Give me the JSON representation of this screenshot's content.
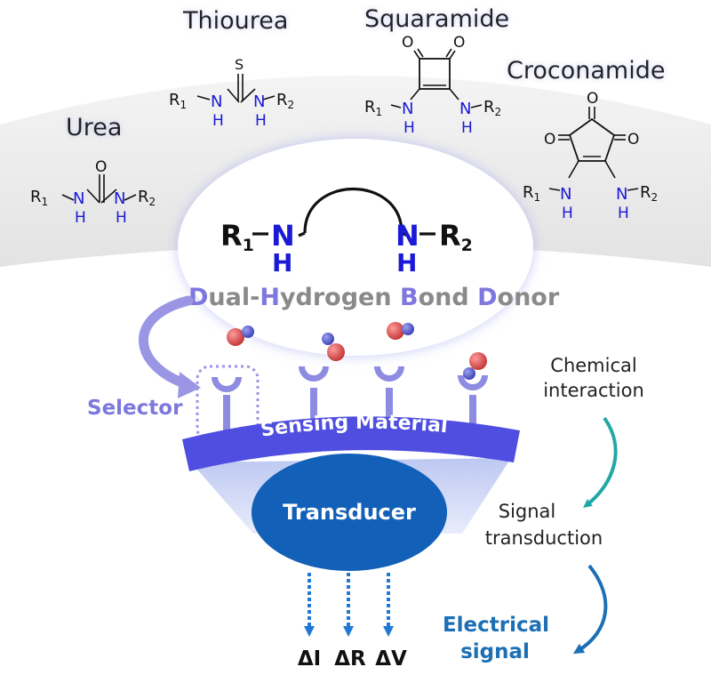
{
  "molecules": {
    "urea": {
      "name": "Urea",
      "o": "O",
      "n1": "N",
      "h1": "H",
      "n2": "N",
      "h2": "H",
      "r1": "R",
      "r1_sub": "1",
      "r2": "R",
      "r2_sub": "2"
    },
    "thiourea": {
      "name": "Thiourea",
      "s": "S",
      "n1": "N",
      "h1": "H",
      "n2": "N",
      "h2": "H",
      "r1": "R",
      "r1_sub": "1",
      "r2": "R",
      "r2_sub": "2"
    },
    "squaramide": {
      "name": "Squaramide",
      "o1": "O",
      "o2": "O",
      "n1": "N",
      "h1": "H",
      "n2": "N",
      "h2": "H",
      "r1": "R",
      "r1_sub": "1",
      "r2": "R",
      "r2_sub": "2"
    },
    "croconamide": {
      "name": "Croconamide",
      "o1": "O",
      "o2": "O",
      "o3": "O",
      "n1": "N",
      "h1": "H",
      "n2": "N",
      "h2": "H",
      "r1": "R",
      "r1_sub": "1",
      "r2": "R",
      "r2_sub": "2"
    }
  },
  "core": {
    "r1": "R",
    "r1_sub": "1",
    "n1": "N",
    "h1": "H",
    "n2": "N",
    "h2": "H",
    "r2": "R",
    "r2_sub": "2"
  },
  "dhbd": {
    "d1": "D",
    "ual": "ual-",
    "h": "H",
    "ydrogen": "ydrogen ",
    "b": "B",
    "ond": "ond ",
    "d2": "D",
    "onor": "onor"
  },
  "selector_label": "Selector",
  "sensing_material_label": "Sensing Material",
  "transducer_label": "Transducer",
  "outputs": [
    "ΔI",
    "ΔR",
    "ΔV"
  ],
  "process": {
    "chem1": "Chemical",
    "chem2": "interaction",
    "sig1": "Signal",
    "sig2": "transduction",
    "elec1": "Electrical",
    "elec2": "signal"
  },
  "colors": {
    "accent_purple": "#7d78dd",
    "band_blue": "#4f4ee0",
    "transducer_blue": "#1260b8",
    "n_blue": "#1a1ad6",
    "electrical_blue": "#1d6fb5",
    "arrow_teal": "#22a7a7",
    "gray_text": "#8a8a8a",
    "oxygen_red": "#d44b4b",
    "nitrogen_blue": "#4b4ec8"
  }
}
